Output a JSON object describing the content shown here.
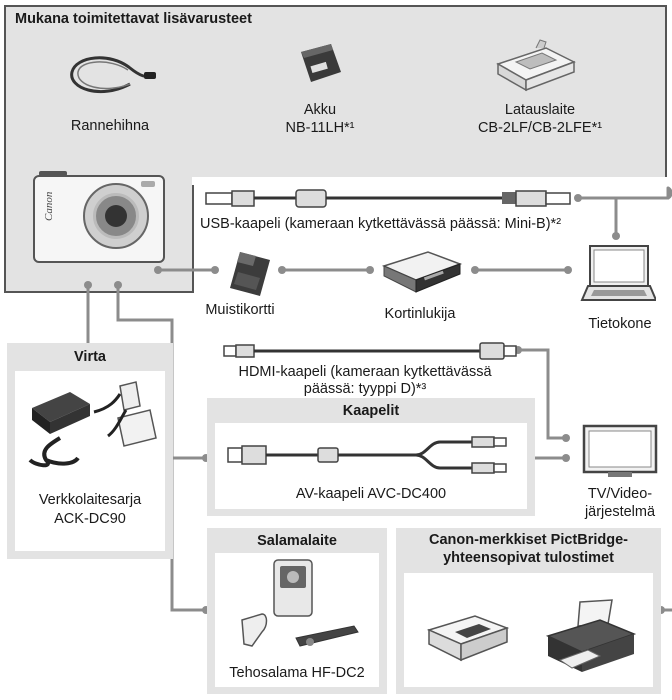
{
  "accessories": {
    "title": "Mukana toimitettavat lisävarusteet",
    "strap": "Rannehihna",
    "battery": [
      "Akku",
      "NB-11LH*¹"
    ],
    "charger": [
      "Latauslaite",
      "CB-2LF/CB-2LFE*¹"
    ]
  },
  "camera": {
    "brand": "Canon"
  },
  "usb": {
    "label": "USB-kaapeli (kameraan kytkettävässä päässä: Mini-B)*²"
  },
  "memory_card": "Muistikortti",
  "card_reader": "Kortinlukija",
  "computer": "Tietokone",
  "power": {
    "title": "Virta",
    "item": [
      "Verkkolaitesarja",
      "ACK-DC90"
    ]
  },
  "hdmi": {
    "label": [
      "HDMI-kaapeli (kameraan kytkettävässä",
      "päässä: tyyppi D)*³"
    ]
  },
  "cables": {
    "title": "Kaapelit",
    "av": "AV-kaapeli AVC-DC400"
  },
  "tv": [
    "TV/Video-",
    "järjestelmä"
  ],
  "flash": {
    "title": "Salamalaite",
    "item": "Tehosalama HF-DC2"
  },
  "printers": {
    "title": [
      "Canon-merkkiset PictBridge-",
      "yhteensopivat tulostimet"
    ]
  },
  "colors": {
    "panel": "#e6e6e6",
    "line": "#8c8c8c",
    "border": "#555555"
  }
}
